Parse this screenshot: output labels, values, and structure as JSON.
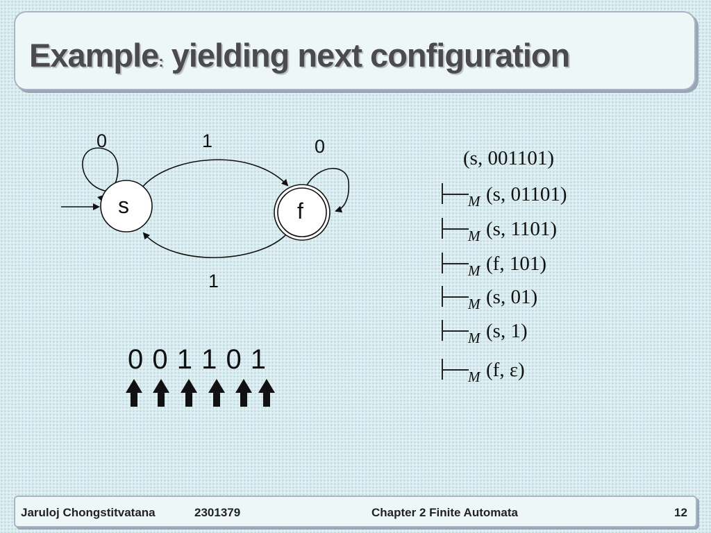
{
  "slide": {
    "title_main": "Example",
    "title_sep": ":",
    "title_rest": " yielding next configuration"
  },
  "diagram": {
    "states": [
      "s",
      "f"
    ],
    "start_state": "s",
    "final_states": [
      "f"
    ],
    "transitions": [
      {
        "from": "s",
        "to": "s",
        "symbol": "0"
      },
      {
        "from": "s",
        "to": "f",
        "symbol": "1"
      },
      {
        "from": "f",
        "to": "f",
        "symbol": "0"
      },
      {
        "from": "f",
        "to": "s",
        "symbol": "1"
      }
    ]
  },
  "input_string": "0 0 1 1 0 1",
  "input_pointer_count": 6,
  "computation": {
    "initial": "(s, 001101)",
    "yields_subscript": "M",
    "steps": [
      "(s, 01101)",
      "(s, 1101)",
      "(f, 101)",
      "(s, 01)",
      "(s, 1)",
      "(f, ε)"
    ]
  },
  "footer": {
    "author": "Jaruloj Chongstitvatana",
    "course": "2301379",
    "chapter": "Chapter 2 Finite Automata",
    "page": "12"
  }
}
